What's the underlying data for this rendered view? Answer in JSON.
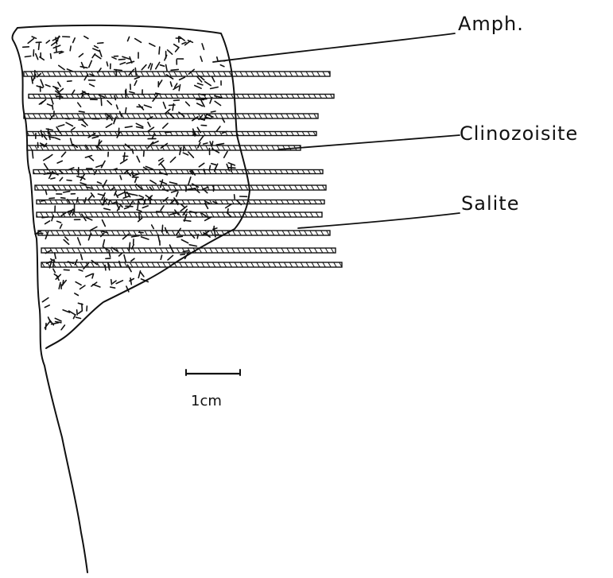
{
  "labels": {
    "amph": "Amph.",
    "clinozoisite": "Clinozoisite",
    "salite": "Salite"
  },
  "scale_bar": {
    "label": "1cm"
  },
  "colors": {
    "ink": "#111111",
    "paper": "#ffffff"
  }
}
